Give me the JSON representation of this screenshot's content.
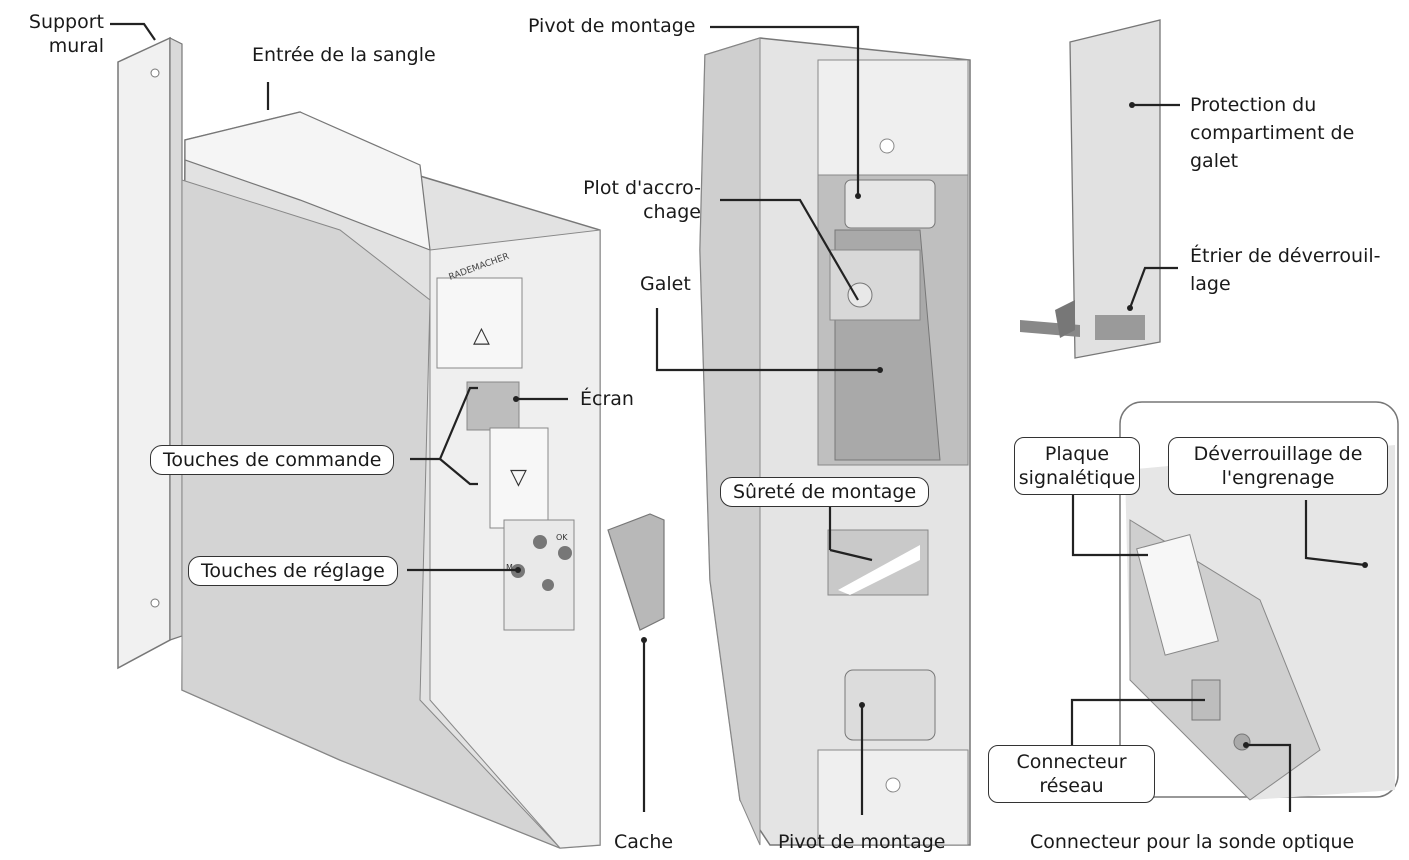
{
  "labels": {
    "support_mural": [
      "Support",
      "mural"
    ],
    "entree_sangle": "Entrée de la sangle",
    "pivot_montage_top": "Pivot de montage",
    "plot_accrochage": [
      "Plot d'accro-",
      "chage"
    ],
    "galet": "Galet",
    "ecran": "Écran",
    "touches_commande": "Touches de commande",
    "touches_reglage": "Touches de réglage",
    "surete_montage": "Sûreté de montage",
    "cache": "Cache",
    "pivot_montage_bottom": "Pivot de montage",
    "protection_compartiment": [
      "Protection du",
      "compartiment de",
      "galet"
    ],
    "etrier_deverrouillage": [
      "Étrier de déverrouil-",
      "lage"
    ],
    "plaque_signaletique": [
      "Plaque",
      "signalétique"
    ],
    "deverrouillage_engrenage": [
      "Déverrouillage de",
      "l'engrenage"
    ],
    "connecteur_reseau": [
      "Connecteur",
      "réseau"
    ],
    "connecteur_sonde": "Connecteur pour la sonde optique"
  },
  "device": {
    "brand": "RADEMACHER",
    "up_arrow": "△",
    "down_arrow": "▽",
    "key_m": "M",
    "key_ok": "OK"
  }
}
